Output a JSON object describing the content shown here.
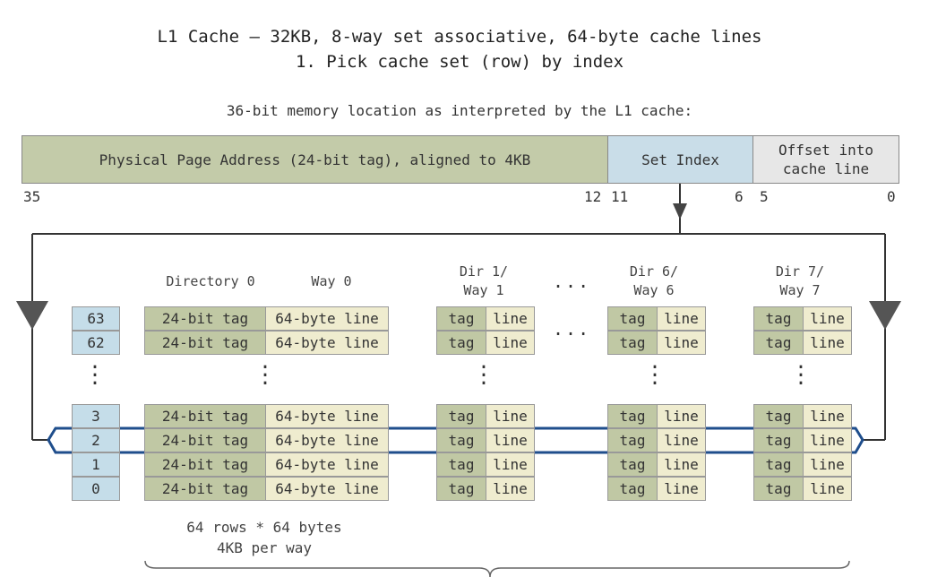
{
  "title": {
    "line1": "L1 Cache – 32KB, 8-way set associative, 64-byte cache lines",
    "line2": "1. Pick cache set (row) by index"
  },
  "address": {
    "caption": "36-bit memory location as interpreted by the L1 cache:",
    "tag_field": "Physical Page Address (24-bit tag), aligned to 4KB",
    "set_field": "Set Index",
    "offset_field": "Offset into\ncache line",
    "bits": {
      "b35": "35",
      "b12": "12",
      "b11": "11",
      "b6": "6",
      "b5": "5",
      "b0": "0"
    }
  },
  "grid": {
    "dir0_header": "Directory 0",
    "way0_header": "Way 0",
    "dir1_header": "Dir 1/\nWay 1",
    "dir6_header": "Dir 6/\nWay 6",
    "dir7_header": "Dir 7/\nWay 7",
    "ellipsis": "...",
    "vdots": "·\n·\n·",
    "long_tag": "24-bit tag",
    "long_line": "64-byte line",
    "short_tag": "tag",
    "short_line": "line",
    "rows": [
      "63",
      "62",
      "3",
      "2",
      "1",
      "0"
    ],
    "highlighted_row": "2"
  },
  "footer": {
    "line1": "64 rows * 64 bytes",
    "line2": "4KB per way"
  },
  "colors": {
    "tag": "#c0c8a4",
    "line": "#efeccf",
    "index": "#c5dde9",
    "highlight": "#1f4e8c",
    "connector": "#333333"
  }
}
